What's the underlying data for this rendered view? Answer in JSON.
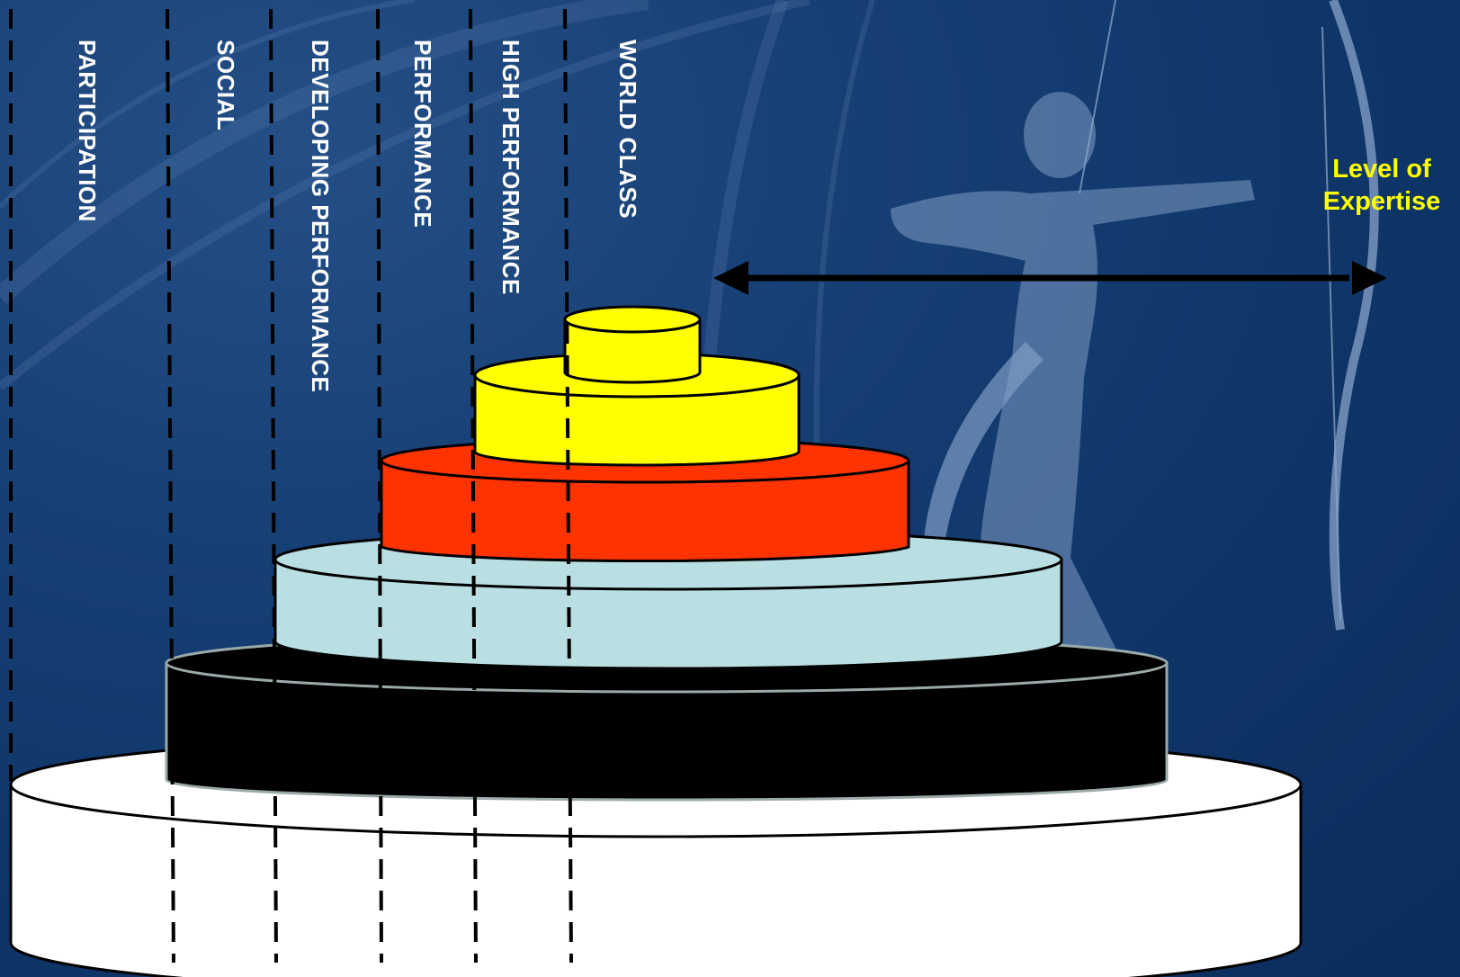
{
  "levels": [
    {
      "label": "PARTICIPATION",
      "color": "#ffffff"
    },
    {
      "label": "SOCIAL",
      "color": "#000000"
    },
    {
      "label": "DEVELOPING PERFORMANCE",
      "color": "#b9dfe3"
    },
    {
      "label": "PERFORMANCE",
      "color": "#ff3300"
    },
    {
      "label": "HIGH PERFORMANCE",
      "color": "#ffff00"
    },
    {
      "label": "WORLD CLASS",
      "color": "#ffff00"
    }
  ],
  "axis": {
    "line1": "Level of",
    "line2": "Expertise",
    "color": "#ffff00"
  },
  "background": {
    "color": "#0e3466",
    "icon": "archer-silhouette-icon"
  }
}
